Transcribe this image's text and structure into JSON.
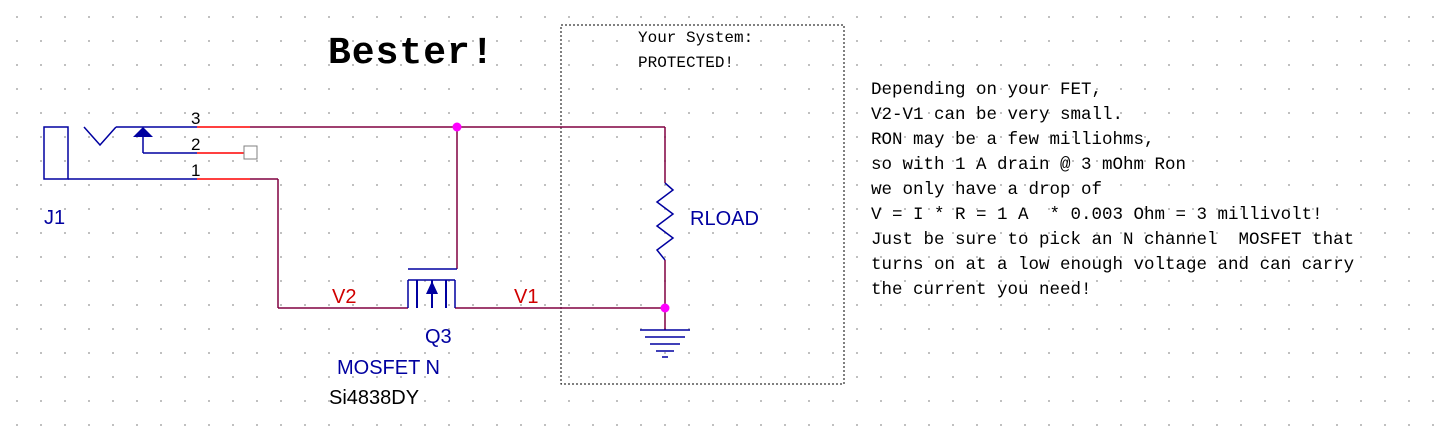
{
  "title": "Bester!",
  "system_box": {
    "line1": "Your System:",
    "line2": "PROTECTED!"
  },
  "connector": {
    "ref": "J1",
    "pins": [
      "3",
      "2",
      "1"
    ]
  },
  "mosfet": {
    "ref": "Q3",
    "type": "MOSFET N",
    "part": "Si4838DY"
  },
  "nets": {
    "v2": "V2",
    "v1": "V1"
  },
  "load": {
    "label": "RLOAD"
  },
  "notes": [
    "Depending on your FET,",
    "V2-V1 can be very small.",
    "RON may be a few milliohms,",
    "so with 1 A drain @ 3 mOhm Ron",
    "we only have a drop of",
    "V = I * R = 1 A  * 0.003 Ohm = 3 millivolt!",
    "Just be sure to pick an N channel  MOSFET that",
    "turns on at a low enough voltage and can carry",
    "the current you need!"
  ],
  "colors": {
    "wire": "#800040",
    "pin_red": "#ff0000",
    "component_blue": "#0000a0",
    "junction": "#ff00ff",
    "net_label_red": "#d00000"
  }
}
